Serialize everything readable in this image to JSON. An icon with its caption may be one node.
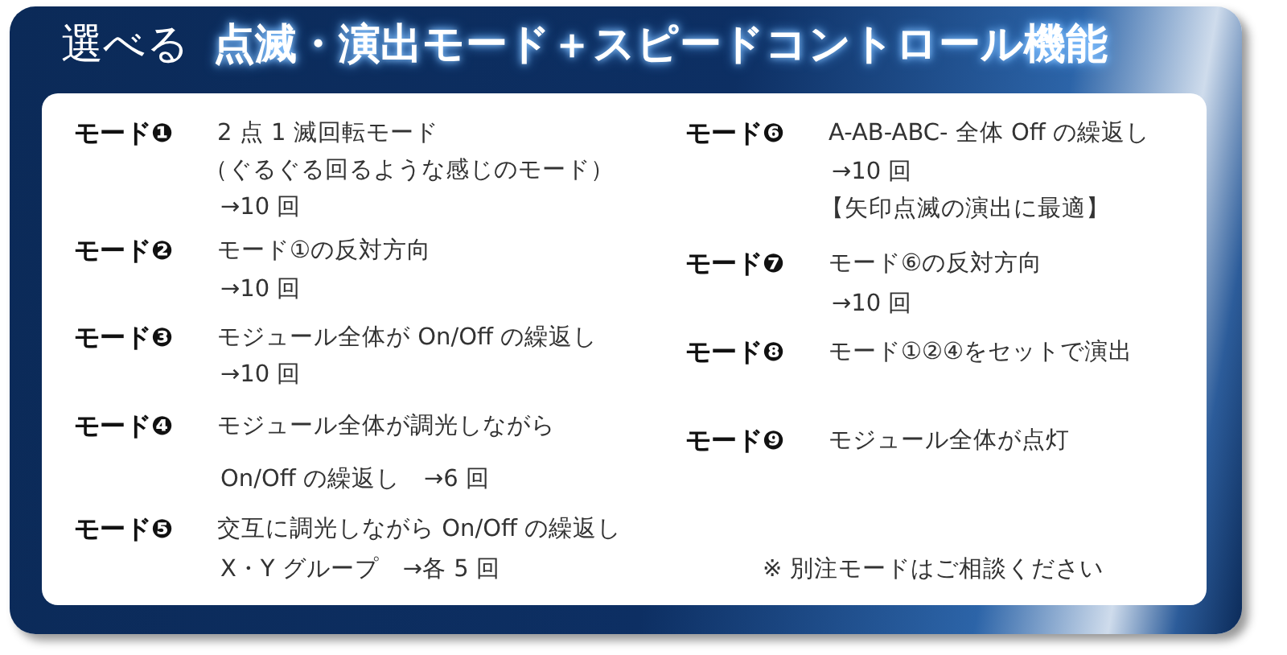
{
  "diagram": {
    "title": "選べる **点滅・演出モード＋スピードコントロール機能**",
    "labels": [
      "モード❶",
      "2 点 1 滅回転モード",
      "（ぐるぐる回るような感じのモード）",
      "→10 回",
      "モード❷",
      "モード①の反対方向",
      "→10 回",
      "モード❸",
      "モジュール全体が On/Off の繰返し",
      "→10 回",
      "モード❹",
      "モジュール全体が調光しながら",
      "On/Off の繰返し　→6 回",
      "モード❺",
      "交互に調光しながら On/Off の繰返し",
      "X・Y グループ　→各 5 回",
      "モード❻",
      "A-AB-ABC- 全体 Off の繰返し",
      "→10 回",
      "【矢印点滅の演出に最適】",
      "モード❼",
      "モード⑥の反対方向",
      "→10 回",
      "モード❽",
      "モード①②④をセットで演出",
      "モード❾",
      "モジュール全体が点灯",
      "※ 別注モードはご相談ください"
    ]
  }
}
